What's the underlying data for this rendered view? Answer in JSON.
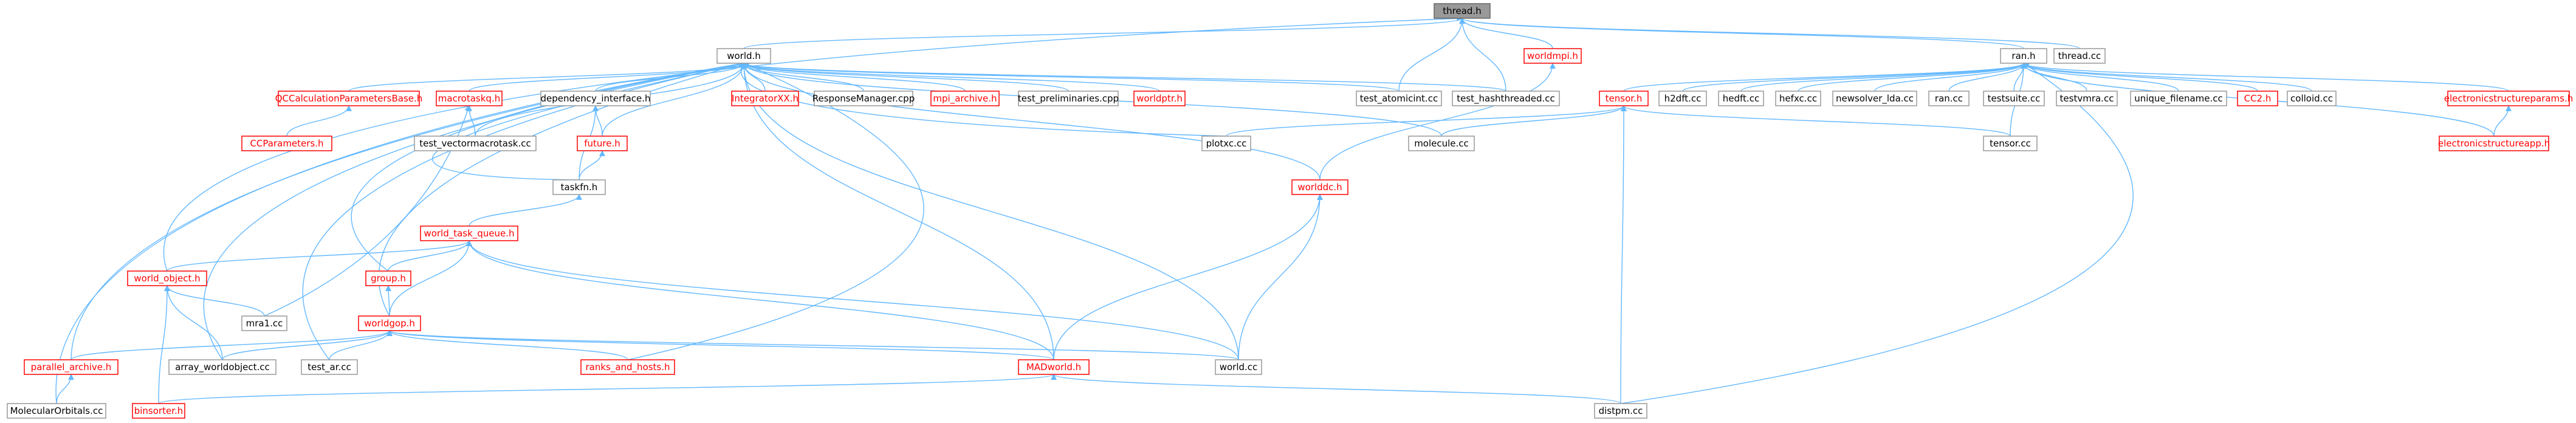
{
  "graph": {
    "edge_color": "#63b8ff",
    "node_border": "#999999",
    "link_color": "#ff0000",
    "root_fill": "#999999",
    "nodes": {
      "thread_h": "thread.h",
      "world_h": "world.h",
      "worldmpi_h": "worldmpi.h",
      "ran_h": "ran.h",
      "thread_cc": "thread.cc",
      "qccalc": "QCCalculationParametersBase.h",
      "macrotaskq": "macrotaskq.h",
      "depint": "dependency_interface.h",
      "integratorxx": "IntegratorXX.h",
      "responsemanager": "ResponseManager.cpp",
      "mpi_archive": "mpi_archive.h",
      "test_prelim": "test_preliminaries.cpp",
      "worldptr": "worldptr.h",
      "test_atomicint": "test_atomicint.cc",
      "test_hashthreaded": "test_hashthreaded.cc",
      "tensor_h": "tensor.h",
      "h2dft": "h2dft.cc",
      "hedft": "hedft.cc",
      "hefxc": "hefxc.cc",
      "newsolver": "newsolver_lda.cc",
      "ran_cc": "ran.cc",
      "testsuite": "testsuite.cc",
      "testvmra": "testvmra.cc",
      "unique_filename": "unique_filename.cc",
      "cc2": "CC2.h",
      "colloid": "colloid.cc",
      "ecsparams": "electronicstructureparams.h",
      "ccparams": "CCParameters.h",
      "test_vectormacrotask": "test_vectormacrotask.cc",
      "future_h": "future.h",
      "plotxc": "plotxc.cc",
      "molecule_cc": "molecule.cc",
      "tensor_cc": "tensor.cc",
      "ecsapp": "electronicstructureapp.h",
      "taskfn": "taskfn.h",
      "worlddc": "worlddc.h",
      "wtq": "world_task_queue.h",
      "world_object": "world_object.h",
      "group_h": "group.h",
      "mra1": "mra1.cc",
      "worldgop": "worldgop.h",
      "parallel_archive": "parallel_archive.h",
      "array_worldobject": "array_worldobject.cc",
      "test_ar": "test_ar.cc",
      "ranks_and_hosts": "ranks_and_hosts.h",
      "madworld": "MADworld.h",
      "world_cc": "world.cc",
      "molecularorbitals": "MolecularOrbitals.cc",
      "binsorter": "binsorter.h",
      "distpm": "distpm.cc"
    }
  }
}
